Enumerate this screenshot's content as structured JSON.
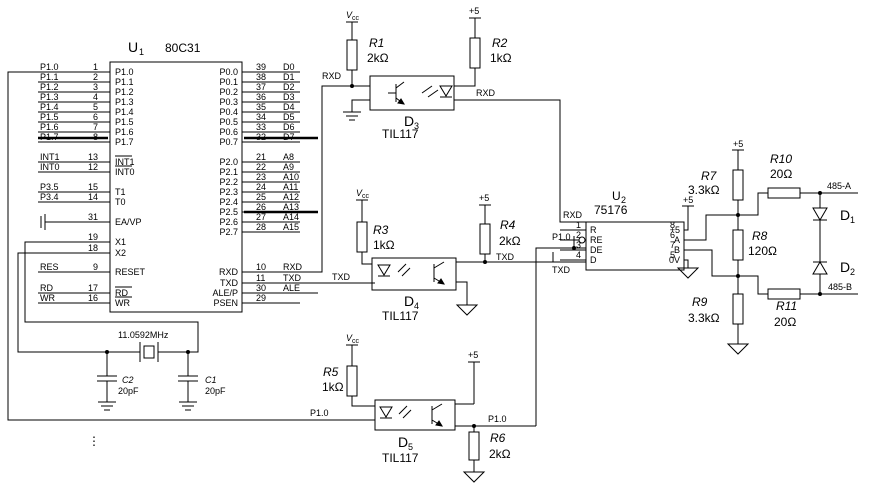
{
  "u1": {
    "ref": "U",
    "ref_sub": "1",
    "part": "80C31",
    "left_pins": [
      {
        "net": "P1.0",
        "num": "1",
        "name": "P1.0"
      },
      {
        "net": "P1.1",
        "num": "2",
        "name": "P1.1"
      },
      {
        "net": "P1.2",
        "num": "3",
        "name": "P1.2"
      },
      {
        "net": "P1.3",
        "num": "4",
        "name": "P1.3"
      },
      {
        "net": "P1.4",
        "num": "5",
        "name": "P1.4"
      },
      {
        "net": "P1.5",
        "num": "6",
        "name": "P1.5"
      },
      {
        "net": "P1.6",
        "num": "7",
        "name": "P1.6"
      },
      {
        "net": "P1.7",
        "num": "8",
        "name": "P1.7"
      },
      {
        "net": "INT1",
        "num": "13",
        "name": "INT1"
      },
      {
        "net": "INT0",
        "num": "12",
        "name": "INT0"
      },
      {
        "net": "P3.5",
        "num": "15",
        "name": "T1"
      },
      {
        "net": "P3.4",
        "num": "14",
        "name": "T0"
      },
      {
        "net": "",
        "num": "31",
        "name": "EA/VP"
      },
      {
        "net": "",
        "num": "19",
        "name": "X1"
      },
      {
        "net": "",
        "num": "18",
        "name": "X2"
      },
      {
        "net": "RES",
        "num": "9",
        "name": "RESET"
      },
      {
        "net": "RD",
        "num": "17",
        "name": "RD"
      },
      {
        "net": "WR",
        "num": "16",
        "name": "WR"
      }
    ],
    "right_pins": [
      {
        "net": "D0",
        "num": "39",
        "name": "P0.0"
      },
      {
        "net": "D1",
        "num": "38",
        "name": "P0.1"
      },
      {
        "net": "D2",
        "num": "37",
        "name": "P0.2"
      },
      {
        "net": "D3",
        "num": "36",
        "name": "P0.3"
      },
      {
        "net": "D4",
        "num": "35",
        "name": "P0.4"
      },
      {
        "net": "D5",
        "num": "34",
        "name": "P0.5"
      },
      {
        "net": "D6",
        "num": "33",
        "name": "P0.6"
      },
      {
        "net": "D7",
        "num": "32",
        "name": "P0.7"
      },
      {
        "net": "A8",
        "num": "21",
        "name": "P2.0"
      },
      {
        "net": "A9",
        "num": "22",
        "name": "P2.1"
      },
      {
        "net": "A10",
        "num": "23",
        "name": "P2.2"
      },
      {
        "net": "A11",
        "num": "24",
        "name": "P2.3"
      },
      {
        "net": "A12",
        "num": "25",
        "name": "P2.4"
      },
      {
        "net": "A13",
        "num": "26",
        "name": "P2.5"
      },
      {
        "net": "A14",
        "num": "27",
        "name": "P2.6"
      },
      {
        "net": "A15",
        "num": "28",
        "name": "P2.7"
      },
      {
        "net": "RXD",
        "num": "10",
        "name": "RXD"
      },
      {
        "net": "TXD",
        "num": "11",
        "name": "TXD"
      },
      {
        "net": "ALE",
        "num": "30",
        "name": "ALE/P"
      },
      {
        "net": "",
        "num": "29",
        "name": "PSEN"
      }
    ]
  },
  "crystal": {
    "label": "11.0592MHz"
  },
  "caps": [
    {
      "ref": "C2",
      "value": "20pF"
    },
    {
      "ref": "C1",
      "value": "20pF"
    }
  ],
  "resistors": {
    "r1": {
      "ref": "R1",
      "value": "2kΩ"
    },
    "r2": {
      "ref": "R2",
      "value": "1kΩ"
    },
    "r3": {
      "ref": "R3",
      "value": "1kΩ"
    },
    "r4": {
      "ref": "R4",
      "value": "2kΩ"
    },
    "r5": {
      "ref": "R5",
      "value": "1kΩ"
    },
    "r6": {
      "ref": "R6",
      "value": "2kΩ"
    },
    "r7": {
      "ref": "R7",
      "value": "3.3kΩ"
    },
    "r8": {
      "ref": "R8",
      "value": "120Ω"
    },
    "r9": {
      "ref": "R9",
      "value": "3.3kΩ"
    },
    "r10": {
      "ref": "R10",
      "value": "20Ω"
    },
    "r11": {
      "ref": "R11",
      "value": "20Ω"
    }
  },
  "optos": {
    "d3": {
      "ref": "D",
      "sub": "3",
      "part": "TIL117"
    },
    "d4": {
      "ref": "D",
      "sub": "4",
      "part": "TIL117"
    },
    "d5": {
      "ref": "D",
      "sub": "5",
      "part": "TIL117"
    }
  },
  "u2": {
    "ref": "U",
    "ref_sub": "2",
    "part": "75176",
    "left_pins": [
      {
        "num": "1",
        "name": "R"
      },
      {
        "num": "2",
        "name": "RE"
      },
      {
        "num": "3",
        "name": "DE"
      },
      {
        "num": "4",
        "name": "D"
      }
    ],
    "right_pins": [
      {
        "num": "8",
        "name": "+5"
      },
      {
        "num": "6",
        "name": "A"
      },
      {
        "num": "7",
        "name": "B"
      },
      {
        "num": "5",
        "name": "0V"
      }
    ]
  },
  "diodes": {
    "d1": {
      "ref": "D",
      "sub": "1"
    },
    "d2": {
      "ref": "D",
      "sub": "2"
    }
  },
  "power": {
    "vcc": "V",
    "vcc_sub": "cc",
    "plus5": "+5"
  },
  "nets": {
    "rxd": "RXD",
    "txd": "TXD",
    "p10": "P1.0",
    "bus_a": "485-A",
    "bus_b": "485-B"
  },
  "more": "⋮"
}
